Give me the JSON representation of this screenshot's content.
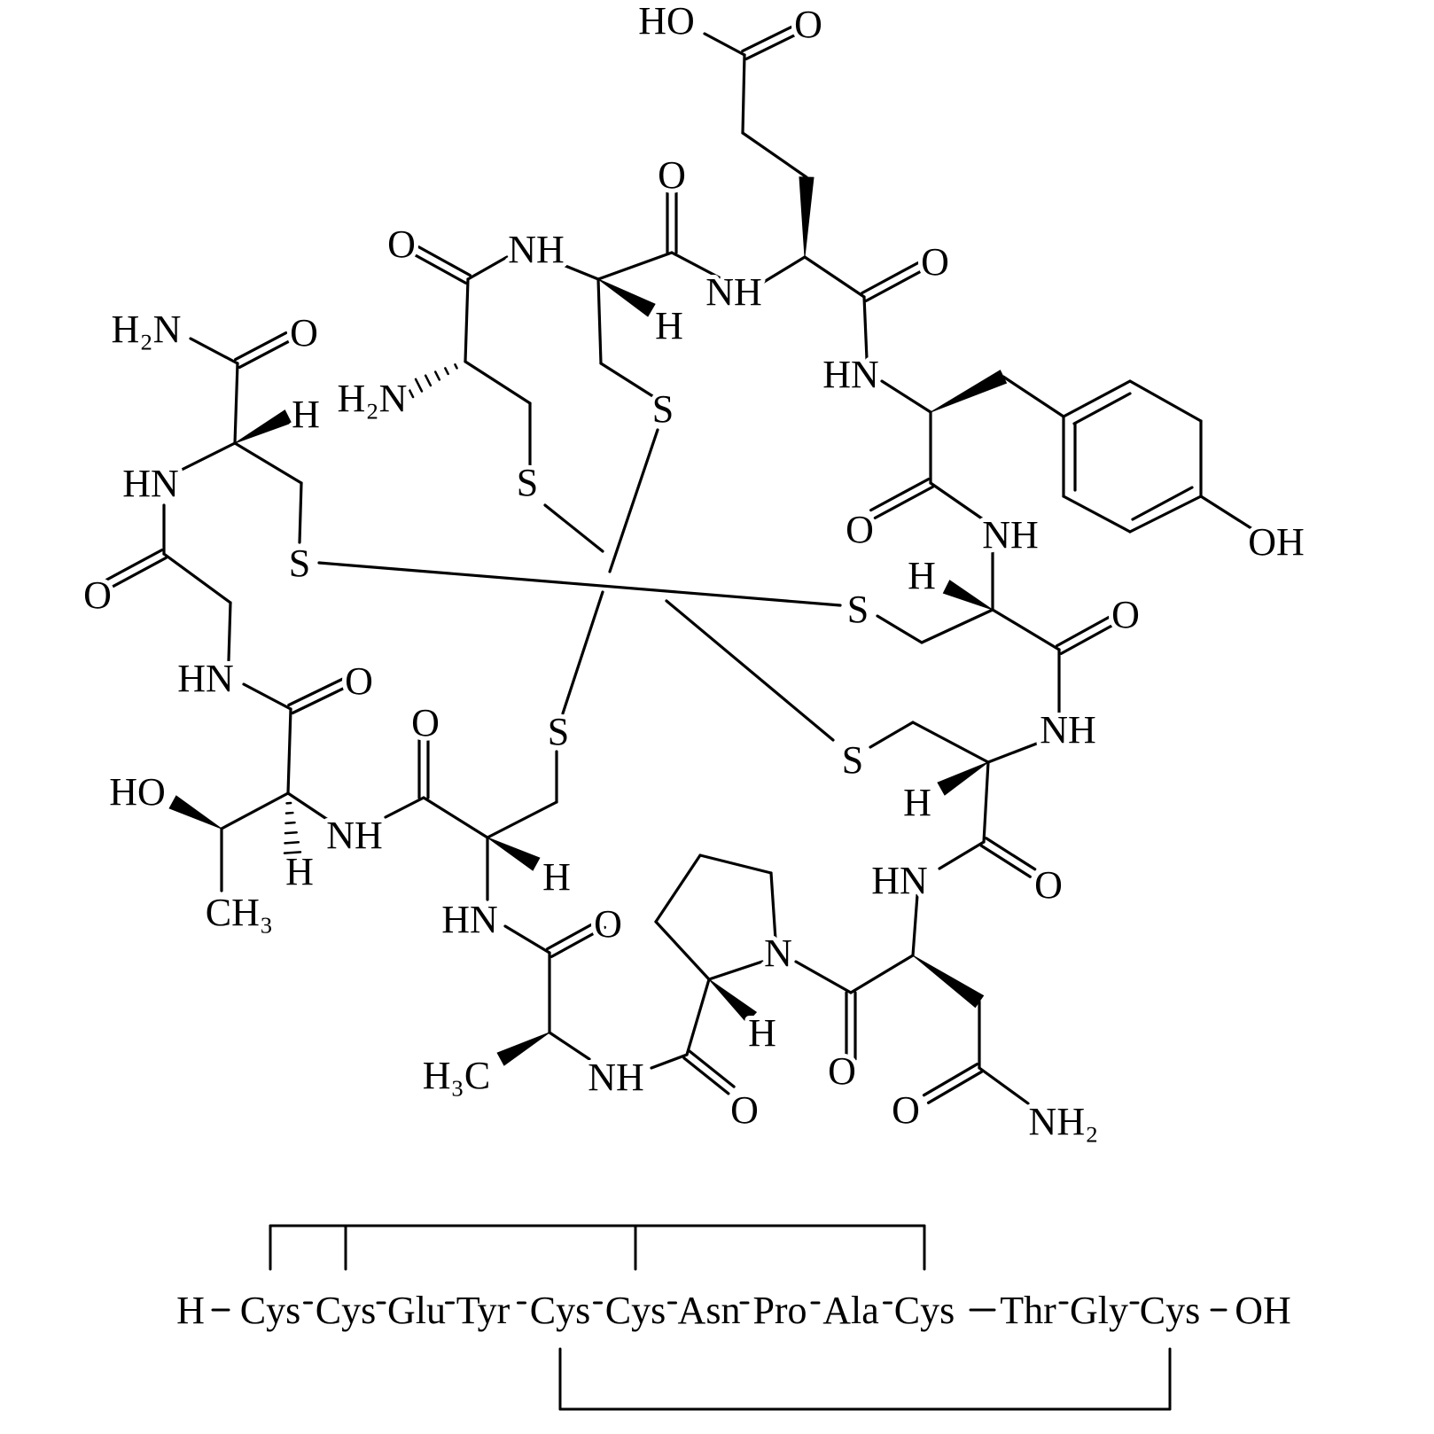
{
  "atoms": [
    "HO",
    "O",
    "O",
    "O",
    "NH",
    "NH",
    "O",
    "H",
    "H₂N",
    "O",
    "H₂N",
    "S",
    "H",
    "HN",
    "HN",
    "S",
    "O",
    "NH",
    "OH",
    "S",
    "O",
    "H",
    "S",
    "O",
    "HN",
    "O",
    "O",
    "S",
    "NH",
    "S",
    "HO",
    "NH",
    "H",
    "H",
    "H",
    "HN",
    "O",
    "CH₃",
    "HN",
    "O",
    "N",
    "H",
    "H₃C",
    "NH",
    "O",
    "O",
    "O",
    "NH₂"
  ],
  "sequence": {
    "n_term": "H",
    "residues": [
      "Cys",
      "Cys",
      "Glu",
      "Tyr",
      "Cys",
      "Cys",
      "Asn",
      "Pro",
      "Ala",
      "Cys",
      "Thr",
      "Gly",
      "Cys"
    ],
    "c_term": "OH"
  }
}
